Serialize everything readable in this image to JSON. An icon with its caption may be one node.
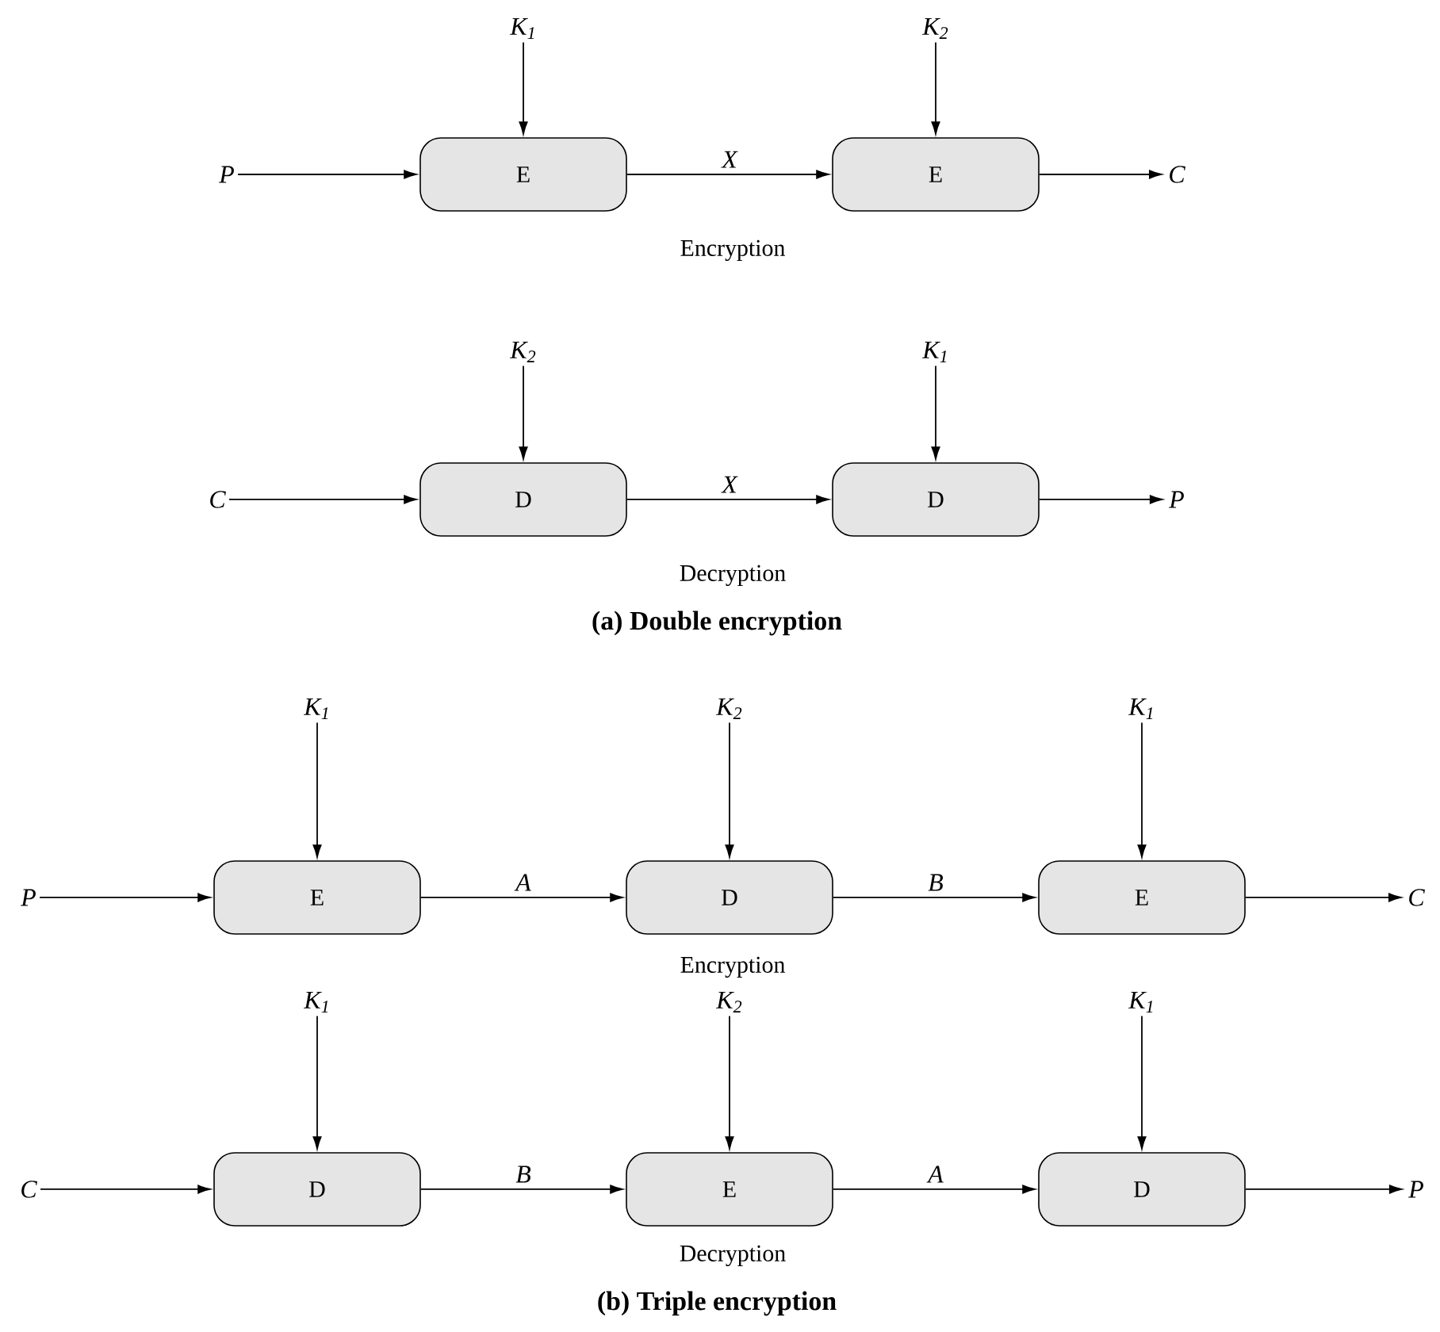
{
  "diagram": {
    "nodes": [
      {
        "text": [
          "K$_{1}$"
        ]
      },
      {
        "text": [
          "K$_{2}$"
        ]
      },
      {
        "text": [
          "P"
        ]
      },
      {
        "text": [
          "E"
        ]
      },
      {
        "text": [
          "E"
        ]
      },
      {
        "text": [
          "C"
        ]
      },
      {
        "text": [
          "K$_{2}$"
        ]
      },
      {
        "text": [
          "K$_{1}$"
        ]
      },
      {
        "text": [
          "C"
        ]
      },
      {
        "text": [
          "D"
        ]
      },
      {
        "text": [
          "D"
        ]
      },
      {
        "text": [
          "P"
        ]
      },
      {
        "text": [
          "K$_{1}$"
        ]
      },
      {
        "text": [
          "K$_{2}$"
        ]
      },
      {
        "text": [
          "K$_{1}$"
        ]
      },
      {
        "text": [
          "P"
        ]
      },
      {
        "text": [
          "E"
        ]
      },
      {
        "text": [
          "D"
        ]
      },
      {
        "text": [
          "E"
        ]
      },
      {
        "text": [
          "C"
        ]
      },
      {
        "text": [
          "K$_{1}$"
        ]
      },
      {
        "text": [
          "K$_{2}$"
        ]
      },
      {
        "text": [
          "K$_{1}$"
        ]
      },
      {
        "text": [
          "C"
        ]
      },
      {
        "text": [
          "D"
        ]
      },
      {
        "text": [
          "E"
        ]
      },
      {
        "text": [
          "D"
        ]
      },
      {
        "text": [
          "P"
        ]
      }
    ],
    "edges": [
      {
        "from": 0,
        "to": 3,
        "arrow": "to"
      },
      {
        "from": 1,
        "to": 4,
        "arrow": "to"
      },
      {
        "from": 2,
        "to": 3,
        "arrow": "to"
      },
      {
        "from": 3,
        "to": 4,
        "arrow": "to",
        "label": "X"
      },
      {
        "from": 4,
        "to": 5,
        "arrow": "to"
      },
      {
        "from": 6,
        "to": 9,
        "arrow": "to"
      },
      {
        "from": 7,
        "to": 10,
        "arrow": "to"
      },
      {
        "from": 8,
        "to": 9,
        "arrow": "to"
      },
      {
        "from": 9,
        "to": 10,
        "arrow": "to",
        "label": "X"
      },
      {
        "from": 10,
        "to": 11,
        "arrow": "to"
      },
      {
        "from": 12,
        "to": 16,
        "arrow": "to"
      },
      {
        "from": 13,
        "to": 17,
        "arrow": "to"
      },
      {
        "from": 14,
        "to": 18,
        "arrow": "to"
      },
      {
        "from": 15,
        "to": 16,
        "arrow": "to"
      },
      {
        "from": 16,
        "to": 17,
        "arrow": "to",
        "label": "A"
      },
      {
        "from": 17,
        "to": 18,
        "arrow": "to",
        "label": "B"
      },
      {
        "from": 18,
        "to": 19,
        "arrow": "to"
      },
      {
        "from": 20,
        "to": 24,
        "arrow": "to"
      },
      {
        "from": 21,
        "to": 25,
        "arrow": "to"
      },
      {
        "from": 22,
        "to": 26,
        "arrow": "to"
      },
      {
        "from": 23,
        "to": 24,
        "arrow": "to"
      },
      {
        "from": 24,
        "to": 25,
        "arrow": "to",
        "label": "B"
      },
      {
        "from": 25,
        "to": 26,
        "arrow": "to",
        "label": "A"
      },
      {
        "from": 26,
        "to": 27,
        "arrow": "to"
      }
    ],
    "labels": [
      "Encryption",
      "Decryption",
      "(a) Double encryption",
      "Encryption",
      "Decryption",
      "(b) Triple encryption"
    ]
  }
}
